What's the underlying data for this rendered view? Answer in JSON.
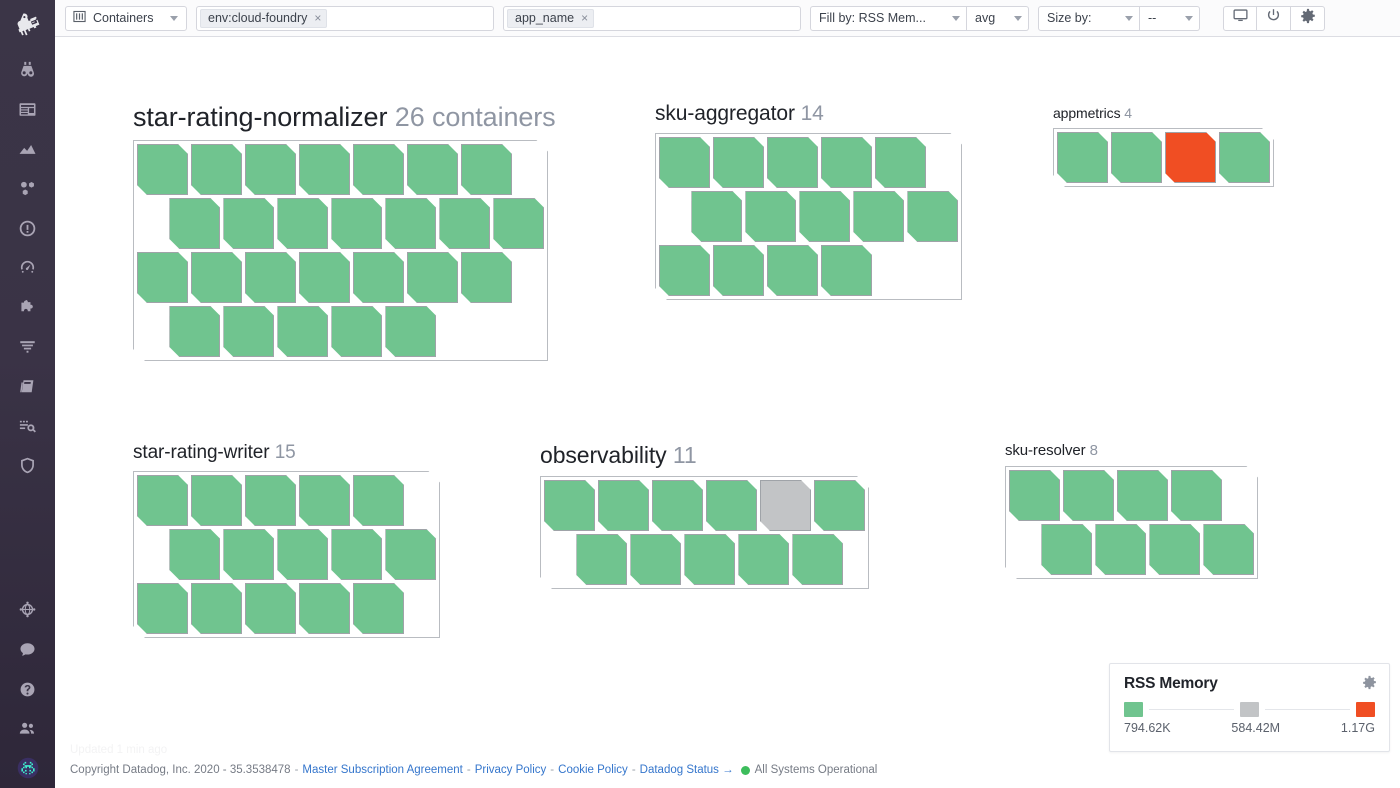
{
  "sidebar": {
    "logo": "datadog-dog-logo",
    "items": [
      {
        "icon": "binoculars-icon",
        "name": "watchdog"
      },
      {
        "icon": "dashboard-icon",
        "name": "dashboards"
      },
      {
        "icon": "area-chart-icon",
        "name": "metrics"
      },
      {
        "icon": "hexagons-icon",
        "name": "infrastructure"
      },
      {
        "icon": "alert-exclamation-icon",
        "name": "monitors"
      },
      {
        "icon": "gauge-icon",
        "name": "apm"
      },
      {
        "icon": "puzzle-piece-icon",
        "name": "integrations"
      },
      {
        "icon": "logs-funnel-icon",
        "name": "logs"
      },
      {
        "icon": "notebook-icon",
        "name": "notebooks"
      },
      {
        "icon": "trace-search-icon",
        "name": "traces"
      },
      {
        "icon": "shield-icon",
        "name": "security"
      }
    ],
    "bottom_items": [
      {
        "icon": "network-globe-icon",
        "name": "network"
      },
      {
        "icon": "chat-bubble-icon",
        "name": "support-chat"
      },
      {
        "icon": "question-mark-icon",
        "name": "help"
      },
      {
        "icon": "team-users-icon",
        "name": "team"
      },
      {
        "icon": "space-invader-icon",
        "name": "easter-egg"
      }
    ]
  },
  "toolbar": {
    "scope": {
      "icon": "columns-icon",
      "label": "Containers",
      "caret": "chevron-down-icon"
    },
    "filter_env": {
      "tag": "env:cloud-foundry",
      "remove": "×",
      "placeholder": ""
    },
    "filter_app": {
      "tag": "app_name",
      "remove": "×",
      "placeholder": ""
    },
    "fill_by": {
      "label": "Fill by: RSS Mem...",
      "caret": "chevron-down-icon"
    },
    "aggregation": {
      "label": "avg",
      "caret": "chevron-down-icon"
    },
    "size_by": {
      "label": "Size by:",
      "caret": "chevron-down-icon"
    },
    "size_value": {
      "label": "--",
      "caret": "chevron-down-icon"
    },
    "icon_buttons": [
      {
        "icon": "monitor-screen-icon",
        "name": "fullscreen-button"
      },
      {
        "icon": "power-icon",
        "name": "power-button"
      },
      {
        "icon": "gear-icon",
        "name": "settings-button"
      }
    ]
  },
  "map": {
    "groups": [
      {
        "name": "star-rating-normalizer",
        "count": "26",
        "suffix": " containers",
        "title_size": 27,
        "tile": 51,
        "rows": [
          {
            "indent": 0,
            "states": [
              "ok",
              "ok",
              "ok",
              "ok",
              "ok",
              "ok",
              "ok"
            ]
          },
          {
            "indent": 0.6,
            "states": [
              "ok",
              "ok",
              "ok",
              "ok",
              "ok",
              "ok",
              "ok"
            ]
          },
          {
            "indent": 0,
            "states": [
              "ok",
              "ok",
              "ok",
              "ok",
              "ok",
              "ok",
              "ok"
            ]
          },
          {
            "indent": 0.6,
            "states": [
              "ok",
              "ok",
              "ok",
              "ok",
              "ok"
            ]
          }
        ]
      },
      {
        "name": "sku-aggregator",
        "count": "14",
        "suffix": "",
        "title_size": 21,
        "tile": 51,
        "rows": [
          {
            "indent": 0,
            "states": [
              "ok",
              "ok",
              "ok",
              "ok",
              "ok"
            ]
          },
          {
            "indent": 0.6,
            "states": [
              "ok",
              "ok",
              "ok",
              "ok",
              "ok"
            ]
          },
          {
            "indent": 0,
            "states": [
              "ok",
              "ok",
              "ok",
              "ok"
            ]
          }
        ]
      },
      {
        "name": "appmetrics",
        "count": "4",
        "suffix": "",
        "title_size": 14,
        "tile": 51,
        "rows": [
          {
            "indent": 0,
            "states": [
              "ok",
              "ok",
              "crit",
              "ok"
            ]
          }
        ]
      },
      {
        "name": "star-rating-writer",
        "count": "15",
        "suffix": "",
        "title_size": 19,
        "tile": 51,
        "rows": [
          {
            "indent": 0,
            "states": [
              "ok",
              "ok",
              "ok",
              "ok",
              "ok"
            ]
          },
          {
            "indent": 0.6,
            "states": [
              "ok",
              "ok",
              "ok",
              "ok",
              "ok"
            ]
          },
          {
            "indent": 0,
            "states": [
              "ok",
              "ok",
              "ok",
              "ok",
              "ok"
            ]
          }
        ]
      },
      {
        "name": "observability",
        "count": "11",
        "suffix": "",
        "title_size": 23,
        "tile": 51,
        "rows": [
          {
            "indent": 0,
            "states": [
              "ok",
              "ok",
              "ok",
              "ok",
              "unknown",
              "ok"
            ]
          },
          {
            "indent": 0.6,
            "states": [
              "ok",
              "ok",
              "ok",
              "ok",
              "ok"
            ]
          }
        ]
      },
      {
        "name": "sku-resolver",
        "count": "8",
        "suffix": "",
        "title_size": 15,
        "tile": 51,
        "rows": [
          {
            "indent": 0,
            "states": [
              "ok",
              "ok",
              "ok",
              "ok"
            ]
          },
          {
            "indent": 0.6,
            "states": [
              "ok",
              "ok",
              "ok",
              "ok"
            ]
          }
        ]
      }
    ],
    "state_colors": {
      "ok": "#70c48f",
      "unknown": "#c2c4c6",
      "crit": "#f04e23"
    }
  },
  "legend": {
    "title": "RSS Memory",
    "gear": "gear-icon",
    "stops": [
      {
        "color": "#70c48f",
        "label": "794.62K"
      },
      {
        "color": "#c2c4c6",
        "label": "584.42M"
      },
      {
        "color": "#f04e23",
        "label": "1.17G"
      }
    ]
  },
  "footer": {
    "updated": "Updated 1 min ago",
    "copyright": "Copyright Datadog, Inc. 2020 - 35.3538478",
    "links": [
      "Master Subscription Agreement",
      "Privacy Policy",
      "Cookie Policy",
      "Datadog Status →"
    ],
    "status_text": "All Systems Operational",
    "status_color": "#3dbd5c"
  }
}
